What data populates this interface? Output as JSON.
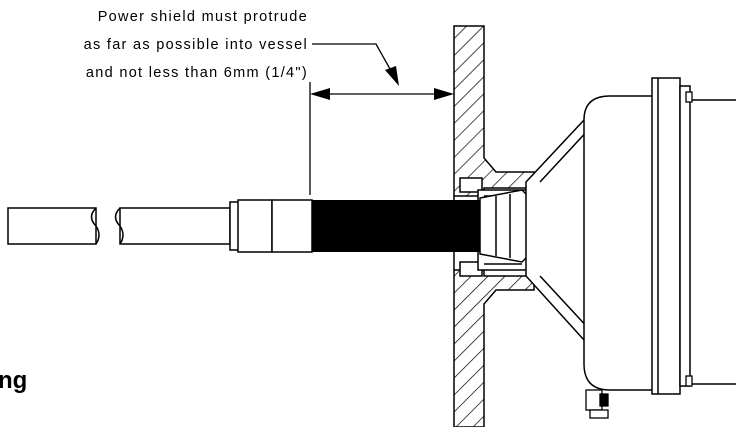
{
  "annotation": {
    "lines": [
      "Power shield must protrude",
      "as far as possible into vessel",
      "and not less than 6mm (1/4\")"
    ]
  },
  "cut_off_text": "ng"
}
